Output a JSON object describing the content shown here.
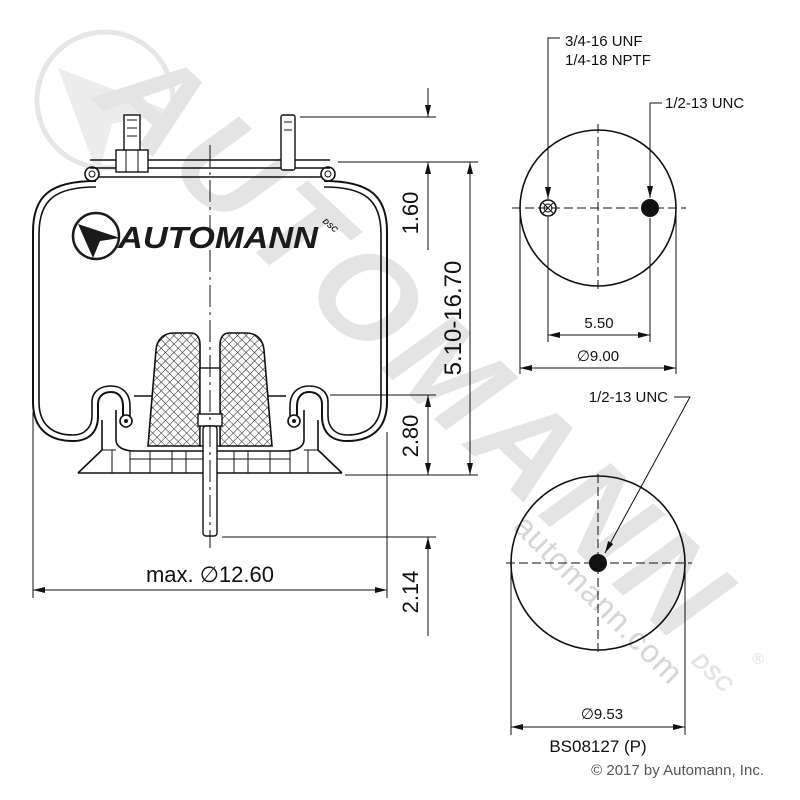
{
  "side_view": {
    "logo": {
      "brand": "AUTOMANN",
      "mark": "DSC"
    },
    "dim_stud_height": "1.60",
    "dim_ride_height": "5.10-16.70",
    "dim_piston_height": "2.80",
    "dim_stud_length": "2.14",
    "dim_max_diameter": "max. ∅12.60"
  },
  "top_view": {
    "air_fitting_thread": "3/4-16 UNF",
    "air_fitting_pipe": "1/4-18 NPTF",
    "stud_thread": "1/2-13 UNC",
    "stud_spacing": "5.50",
    "plate_diameter": "∅9.00"
  },
  "bottom_view": {
    "stud_thread": "1/2-13 UNC",
    "piston_diameter": "∅9.53"
  },
  "part_number": "BS08127 (P)",
  "copyright": "© 2017 by Automann, Inc.",
  "watermark": {
    "brand": "AUTOMANN",
    "mark": "DSC",
    "registered": "®",
    "website": "automann.com"
  },
  "colors": {
    "line": "#111111",
    "watermark": "#e4e4e4",
    "copyright": "#555555"
  }
}
